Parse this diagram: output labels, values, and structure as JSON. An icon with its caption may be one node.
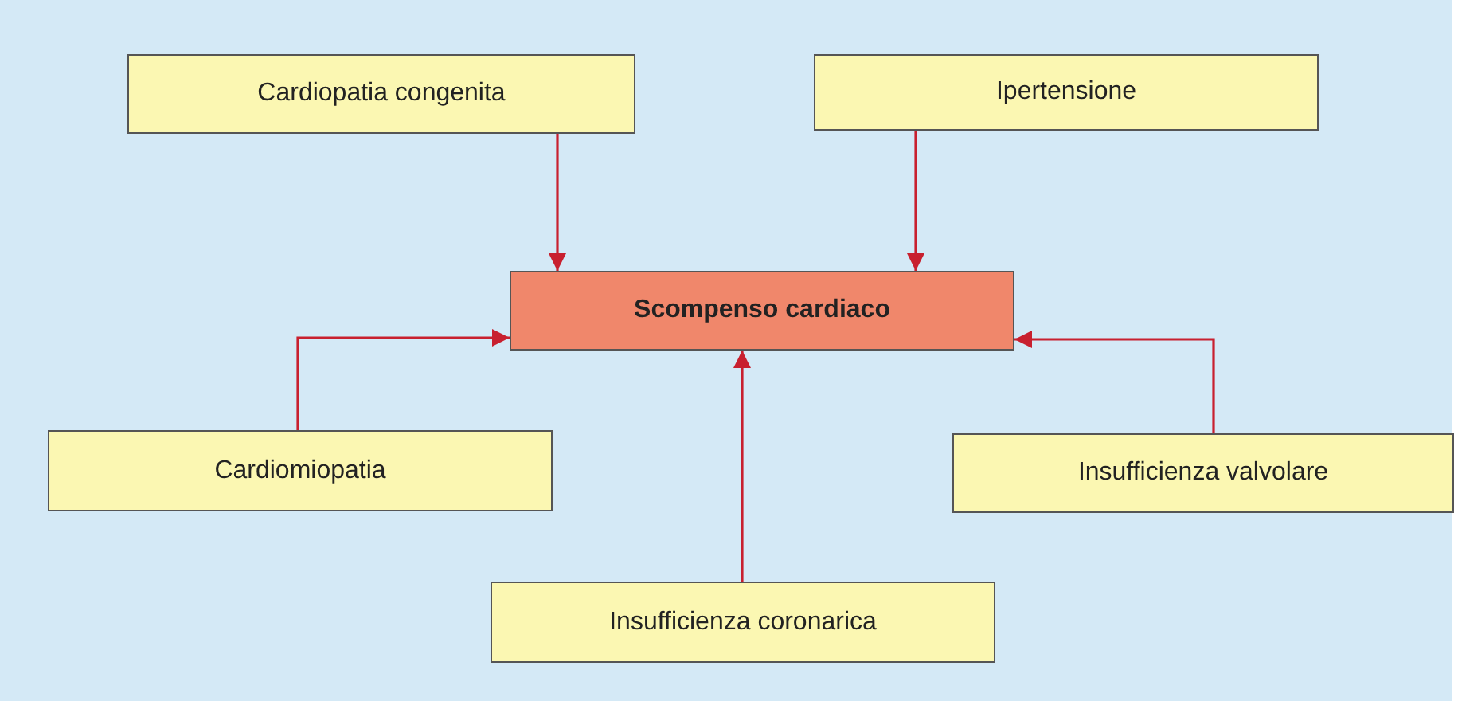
{
  "diagram": {
    "nodes": [
      {
        "text": [
          "Cardiopatia congenita"
        ]
      },
      {
        "text": [
          "Ipertensione"
        ]
      },
      {
        "text": [
          "Scompenso cardiaco"
        ]
      },
      {
        "text": [
          "Cardiomiopatia"
        ]
      },
      {
        "text": [
          "Insufficienza valvolare"
        ]
      },
      {
        "text": [
          "Insufficienza coronarica"
        ]
      }
    ],
    "edges": [
      {
        "from": 0,
        "to": 2,
        "arrow": "to"
      },
      {
        "from": 1,
        "to": 2,
        "arrow": "to"
      },
      {
        "from": 3,
        "to": 2,
        "arrow": "to"
      },
      {
        "from": 4,
        "to": 2,
        "arrow": "to"
      },
      {
        "from": 5,
        "to": 2,
        "arrow": "to"
      }
    ]
  }
}
